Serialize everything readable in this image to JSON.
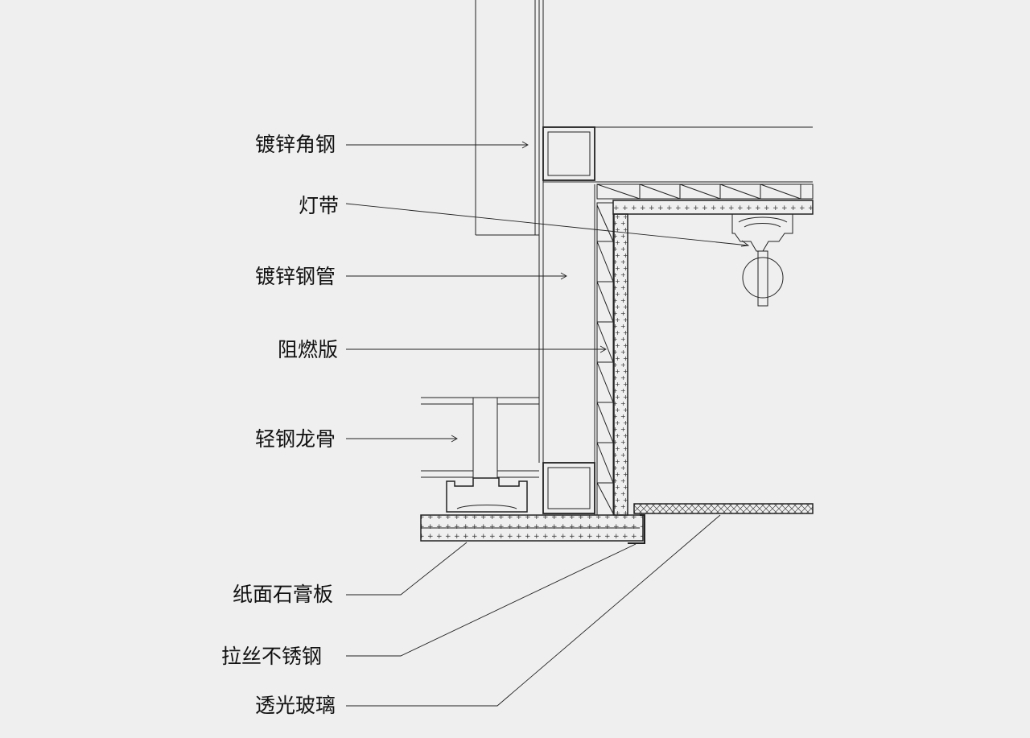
{
  "labels": [
    "镀锌角钢",
    "灯带",
    "镀锌钢管",
    "阻燃版",
    "轻钢龙骨",
    "纸面石膏板",
    "拉丝不锈钢",
    "透光玻璃"
  ]
}
